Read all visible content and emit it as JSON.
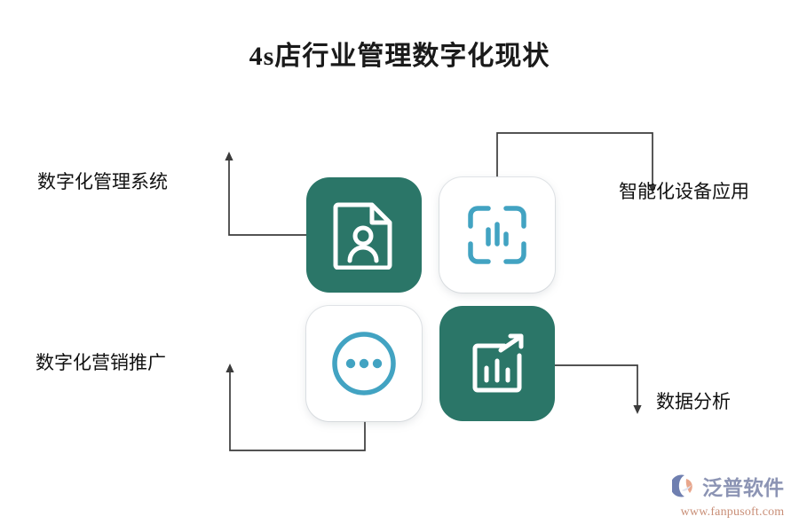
{
  "page": {
    "title": "4s店行业管理数字化现状",
    "background_color": "#ffffff"
  },
  "theme": {
    "primary_teal": "#2b7668",
    "accent_blue": "#42a3c2",
    "text_color": "#111111",
    "connector_color": "#3b3b3b"
  },
  "diagram": {
    "cards": [
      {
        "id": "card-1",
        "icon": "document-person-icon",
        "style": "dark",
        "fill": "#2b7668",
        "icon_color": "#ffffff",
        "label": "数字化管理系统",
        "label_position": "left"
      },
      {
        "id": "card-2",
        "icon": "scan-bar-chart-icon",
        "style": "light",
        "fill": "#ffffff",
        "icon_color": "#42a3c2",
        "label": "智能化设备应用",
        "label_position": "right"
      },
      {
        "id": "card-3",
        "icon": "ellipsis-circle-icon",
        "style": "light",
        "fill": "#ffffff",
        "icon_color": "#42a3c2",
        "label": "数字化营销推广",
        "label_position": "left"
      },
      {
        "id": "card-4",
        "icon": "bar-chart-arrow-icon",
        "style": "dark",
        "fill": "#2b7668",
        "icon_color": "#ffffff",
        "label": "数据分析",
        "label_position": "right"
      }
    ],
    "labels": {
      "top_left": "数字化管理系统",
      "top_right": "智能化设备应用",
      "bottom_left": "数字化营销推广",
      "bottom_right": "数据分析"
    },
    "connectors": [
      {
        "id": "connector-top-left",
        "from": "card-1",
        "to": "数字化管理系统",
        "arrow": "up"
      },
      {
        "id": "connector-top-right",
        "from": "card-2",
        "to": "智能化设备应用",
        "arrow": "down"
      },
      {
        "id": "connector-bottom-left",
        "from": "card-3",
        "to": "数字化营销推广",
        "arrow": "up"
      },
      {
        "id": "connector-bottom-right",
        "from": "card-4",
        "to": "数据分析",
        "arrow": "down"
      }
    ]
  },
  "watermark": {
    "brand": "泛普软件",
    "url": "www.fanpusoft.com",
    "brand_color": "#8c94b4",
    "url_color": "#c98f78",
    "mark": "fanpu-logo-icon"
  }
}
